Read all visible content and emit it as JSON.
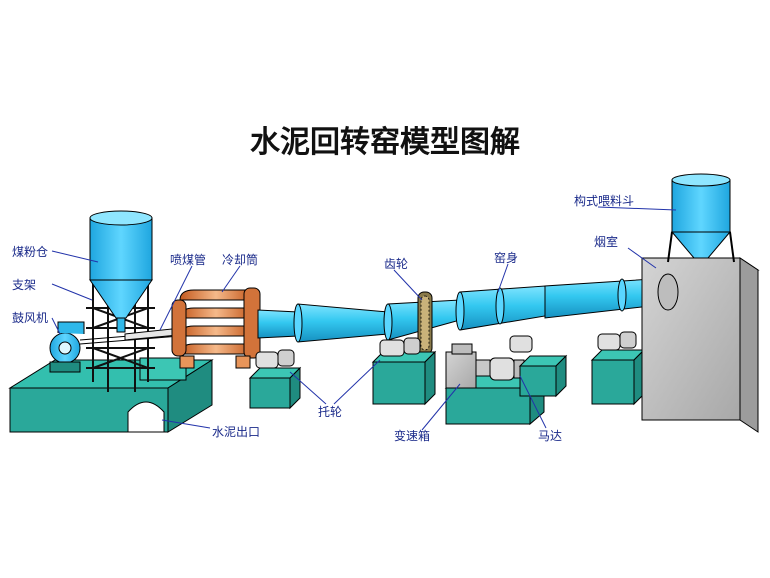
{
  "title": "水泥回转窑模型图解",
  "labels": {
    "coal_bin": "煤粉仓",
    "support": "支架",
    "blower": "鼓风机",
    "coal_pipe": "喷煤管",
    "cooler": "冷却筒",
    "gear": "齿轮",
    "kiln_body": "窑身",
    "feed_hopper": "构式喂料斗",
    "chimney": "烟室",
    "roller": "托轮",
    "cement_outlet": "水泥出口",
    "gearbox": "变速箱",
    "motor": "马达"
  },
  "colors": {
    "kiln": "#33c8f0",
    "hopper": "#2fb8ea",
    "base": "#2aa89a",
    "cooler": "#e8955a",
    "chimney": "#c4c4c4",
    "outline": "#000000",
    "label_text": "#1a2a8a"
  }
}
